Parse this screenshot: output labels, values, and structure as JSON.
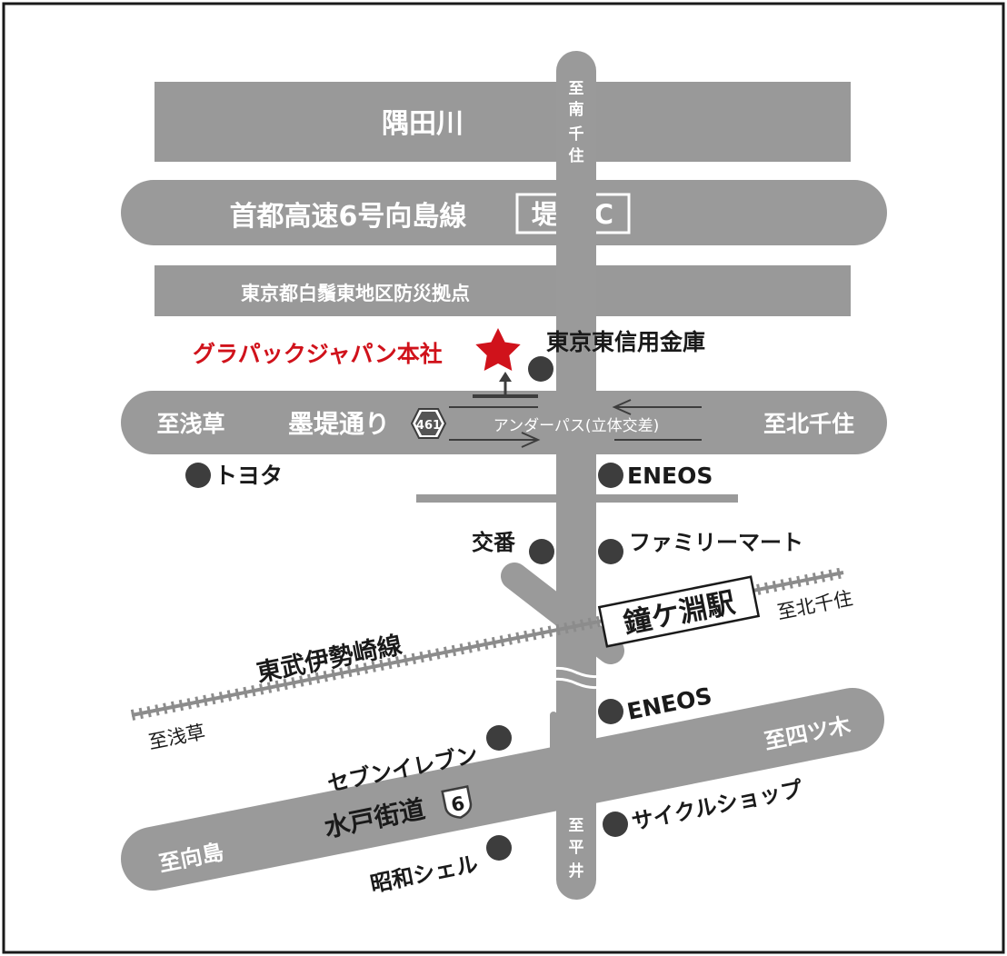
{
  "map": {
    "colors": {
      "road": "#9a9a9a",
      "block": "#999999",
      "dot": "#3d3d3d",
      "text": "#1a1a1a",
      "white": "#ffffff",
      "accent": "#d0121b",
      "rail": "#8c8c8c"
    },
    "river": "隅田川",
    "expressway": {
      "name": "首都高速6号向島線",
      "ic": "堤通IC"
    },
    "block_label": "東京都白鬚東地区防災拠点",
    "north_road": {
      "label": "至南千住"
    },
    "south_road": {
      "label": "至平井"
    },
    "company": {
      "name": "グラパックジャパン本社",
      "icon": "star-icon"
    },
    "bokutei": {
      "name": "墨堤通り",
      "route_number": "461",
      "west": "至浅草",
      "east": "至北千住",
      "underpass": "アンダーパス(立体交差)"
    },
    "railway": {
      "name": "東武伊勢崎線",
      "west": "至浅草",
      "east": "至北千住"
    },
    "station": {
      "name": "鐘ケ淵駅"
    },
    "mito": {
      "name": "水戸街道",
      "route_number": "6",
      "west": "至向島",
      "east": "至四ツ木"
    },
    "landmarks": {
      "shinkin": "東京東信用金庫",
      "toyota": "トヨタ",
      "eneos1": "ENEOS",
      "koban": "交番",
      "familymart": "ファミリーマート",
      "eneos2": "ENEOS",
      "seven": "セブンイレブン",
      "cycle": "サイクルショップ",
      "showa": "昭和シェル"
    }
  }
}
